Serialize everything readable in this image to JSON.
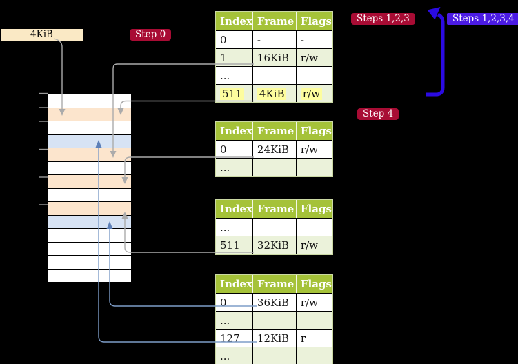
{
  "frame_label": {
    "text": "4KiB"
  },
  "badges": {
    "step0": "Step 0",
    "steps123": "Steps 1,2,3",
    "steps1234": "Steps 1,2,3,4",
    "step4": "Step 4"
  },
  "table_headers": [
    "Index",
    "Frame",
    "Flags"
  ],
  "tables": {
    "t1": {
      "rows": [
        [
          "0",
          "-",
          "-"
        ],
        [
          "1",
          "16KiB",
          "r/w"
        ],
        [
          "...",
          "",
          ""
        ],
        [
          "511",
          "4KiB",
          "r/w"
        ]
      ]
    },
    "t2": {
      "rows": [
        [
          "0",
          "24KiB",
          "r/w"
        ],
        [
          "...",
          "",
          ""
        ]
      ]
    },
    "t3": {
      "rows": [
        [
          "...",
          "",
          ""
        ],
        [
          "511",
          "32KiB",
          "r/w"
        ]
      ]
    },
    "t4": {
      "rows": [
        [
          "0",
          "36KiB",
          "r/w"
        ],
        [
          "...",
          "",
          ""
        ],
        [
          "127",
          "12KiB",
          "r"
        ],
        [
          "...",
          "",
          ""
        ]
      ]
    }
  },
  "memory": {
    "rows": [
      "white",
      "peach",
      "white",
      "blue",
      "peach",
      "white",
      "peach",
      "white",
      "peach",
      "blue",
      "white",
      "white",
      "white",
      "white"
    ]
  },
  "colors": {
    "red": "#A80C34",
    "violet": "#4B1BE4",
    "arrow-violet": "#2B0BE2",
    "wheat": "#FAE9C5",
    "header-green": "#A5C239",
    "row-green": "#EBF2DA",
    "table-border": "#CBD9A4",
    "highlight": "#FDFD9E",
    "peach": "#FCE5CD",
    "light-blue": "#D7E3F4",
    "gray-line": "#ABABAB",
    "blue-line": "#7E9DC8",
    "blue-head": "#5E80B8",
    "tick": "#9A9A9A"
  }
}
